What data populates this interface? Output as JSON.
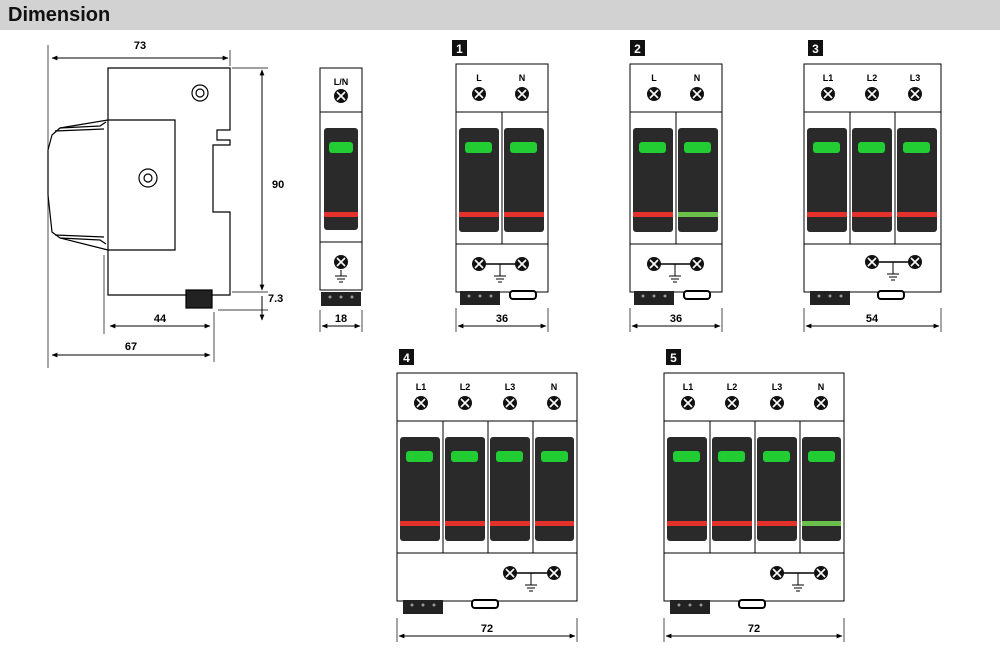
{
  "header": {
    "title": "Dimension"
  },
  "side_view": {
    "dim_width": "73",
    "dim_height": "90",
    "dim_clip": "7.3",
    "dim_depth_a": "44",
    "dim_depth_b": "67"
  },
  "colors": {
    "module_body": "#2a2a2a",
    "indicator_window": "#22cc33",
    "status_red": "#e5312b",
    "status_green": "#6ac04a",
    "header_bar": "#d2d2d2"
  },
  "variants": [
    {
      "number": "",
      "width_label": "18",
      "terminals": [
        "L/N"
      ],
      "status": [
        "red"
      ]
    },
    {
      "number": "1",
      "width_label": "36",
      "terminals": [
        "L",
        "N"
      ],
      "status": [
        "red",
        "red"
      ]
    },
    {
      "number": "2",
      "width_label": "36",
      "terminals": [
        "L",
        "N"
      ],
      "status": [
        "red",
        "green"
      ]
    },
    {
      "number": "3",
      "width_label": "54",
      "terminals": [
        "L1",
        "L2",
        "L3"
      ],
      "status": [
        "red",
        "red",
        "red"
      ]
    },
    {
      "number": "4",
      "width_label": "72",
      "terminals": [
        "L1",
        "L2",
        "L3",
        "N"
      ],
      "status": [
        "red",
        "red",
        "red",
        "red"
      ]
    },
    {
      "number": "5",
      "width_label": "72",
      "terminals": [
        "L1",
        "L2",
        "L3",
        "N"
      ],
      "status": [
        "red",
        "red",
        "red",
        "green"
      ]
    }
  ]
}
